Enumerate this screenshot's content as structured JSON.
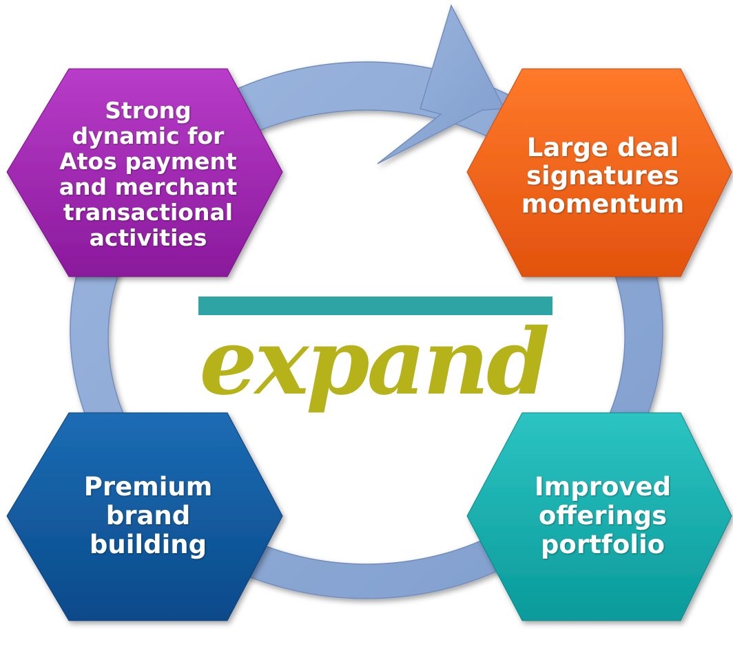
{
  "diagram": {
    "center_logo": {
      "text": "expand",
      "color": "#b5b21a",
      "bar_color": "#2fa4a4"
    },
    "cycle_arrow_color": "#8eaad6",
    "nodes": [
      {
        "id": "strong",
        "label": "Strong\ndynamic for\nAtos payment\nand merchant\ntransactional\nactivities",
        "color": "#a020b0"
      },
      {
        "id": "large",
        "label": "Large deal\nsignatures\nmomentum",
        "color": "#f0601a"
      },
      {
        "id": "premium",
        "label": "Premium\nbrand\nbuilding",
        "color": "#0b5aa0"
      },
      {
        "id": "improved",
        "label": "Improved\nofferings\nportfolio",
        "color": "#14acac"
      }
    ]
  }
}
